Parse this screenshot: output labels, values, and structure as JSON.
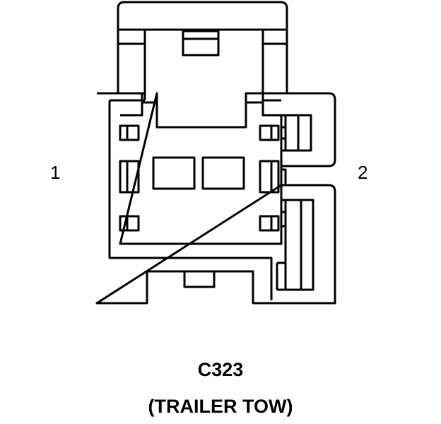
{
  "connector": {
    "id": "C323",
    "description": "(TRAILER TOW)"
  },
  "pins": {
    "left": "1",
    "right": "2"
  },
  "colors": {
    "line": "#000000",
    "background": "#ffffff"
  }
}
